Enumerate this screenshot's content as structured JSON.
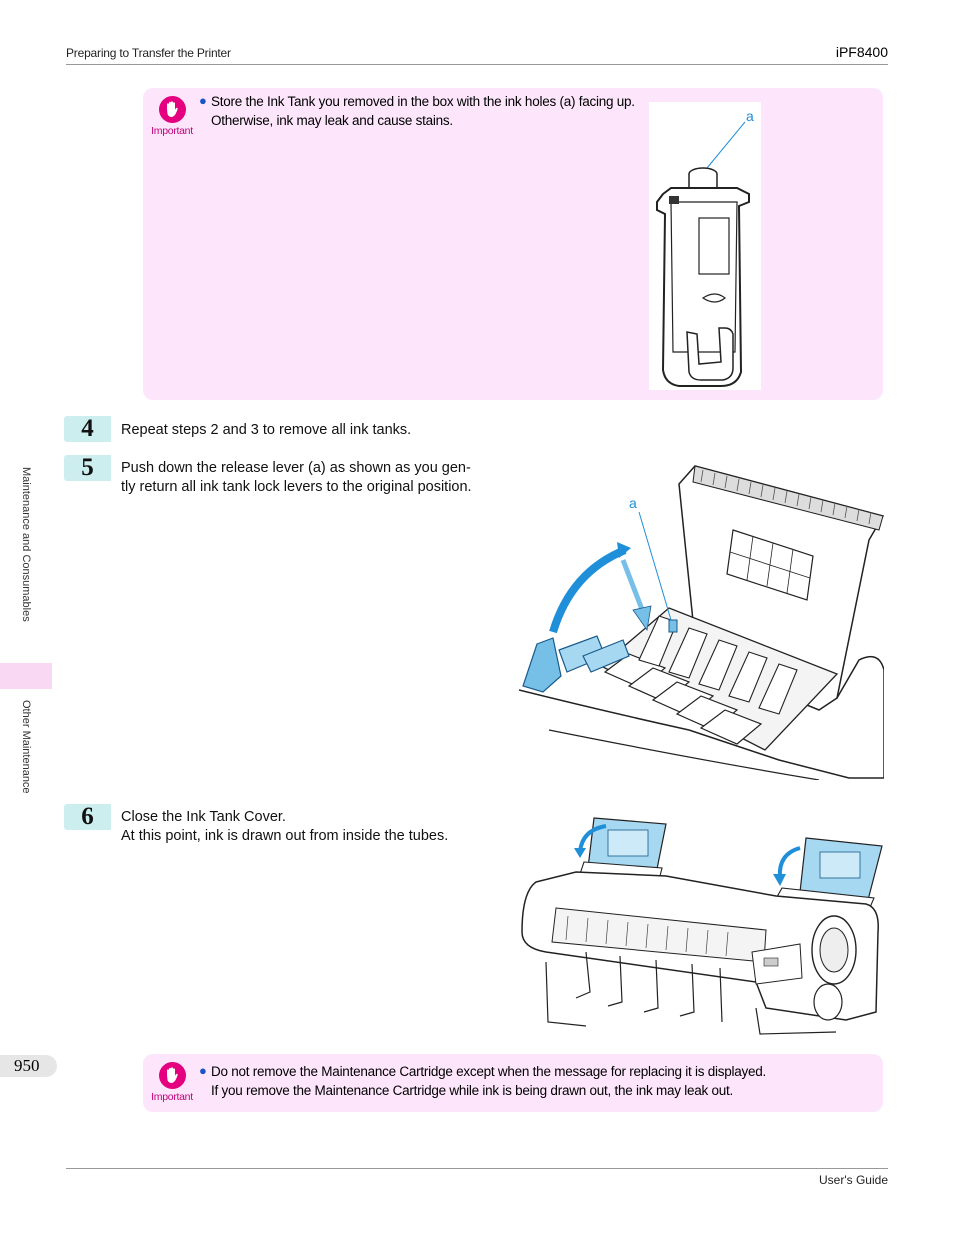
{
  "header": {
    "section": "Preparing to Transfer the Printer",
    "model": "iPF8400"
  },
  "sidebar": {
    "chapter": "Maintenance and Consumables",
    "section": "Other Maintenance"
  },
  "page_number": "950",
  "footer": {
    "guide": "User's Guide"
  },
  "important1": {
    "label": "Important",
    "items": [
      "Store the Ink Tank you removed in the box with the ink holes (a) facing up. Otherwise, ink may leak and cause stains."
    ],
    "figure_label": "a"
  },
  "steps": [
    {
      "number": "4",
      "text": "Repeat steps 2 and 3 to remove all ink tanks."
    },
    {
      "number": "5",
      "line1": "Push down the release lever (a) as shown as you gen-",
      "line2": "tly return all ink tank lock levers to the original position.",
      "figure_label": "a"
    },
    {
      "number": "6",
      "line1": "Close the Ink Tank Cover.",
      "line2": "At this point, ink is drawn out from inside the tubes."
    }
  ],
  "important2": {
    "label": "Important",
    "items": [
      "Do not remove the Maintenance Cartridge except when the message for replacing it is displayed.",
      "If you remove the Maintenance Cartridge while ink is being drawn out, the ink may leak out."
    ]
  },
  "colors": {
    "important_bg": "#fde6fb",
    "step_bg": "#cdeeee",
    "accent_blue": "#1e8fd8",
    "important_icon": "#e4007f"
  }
}
